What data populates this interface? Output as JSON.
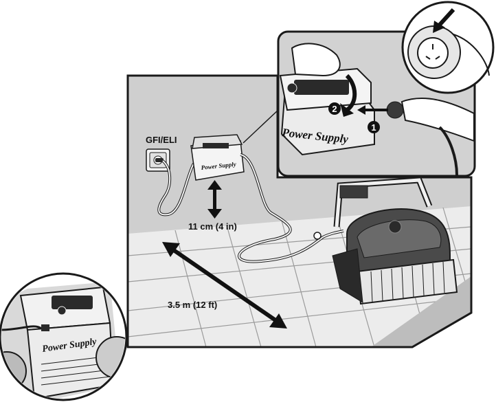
{
  "labels": {
    "outlet": "GFI/ELI",
    "height": "11 cm (4 in)",
    "distance": "3.5 m (12 ft)"
  },
  "power_supply_text": "Power Supply",
  "steps": [
    "1",
    "2"
  ],
  "colors": {
    "pool_area": "#cfcfcf",
    "tile": "#ececec",
    "outline": "#1a1a1a",
    "inset_bg": "#d2d2d2"
  }
}
